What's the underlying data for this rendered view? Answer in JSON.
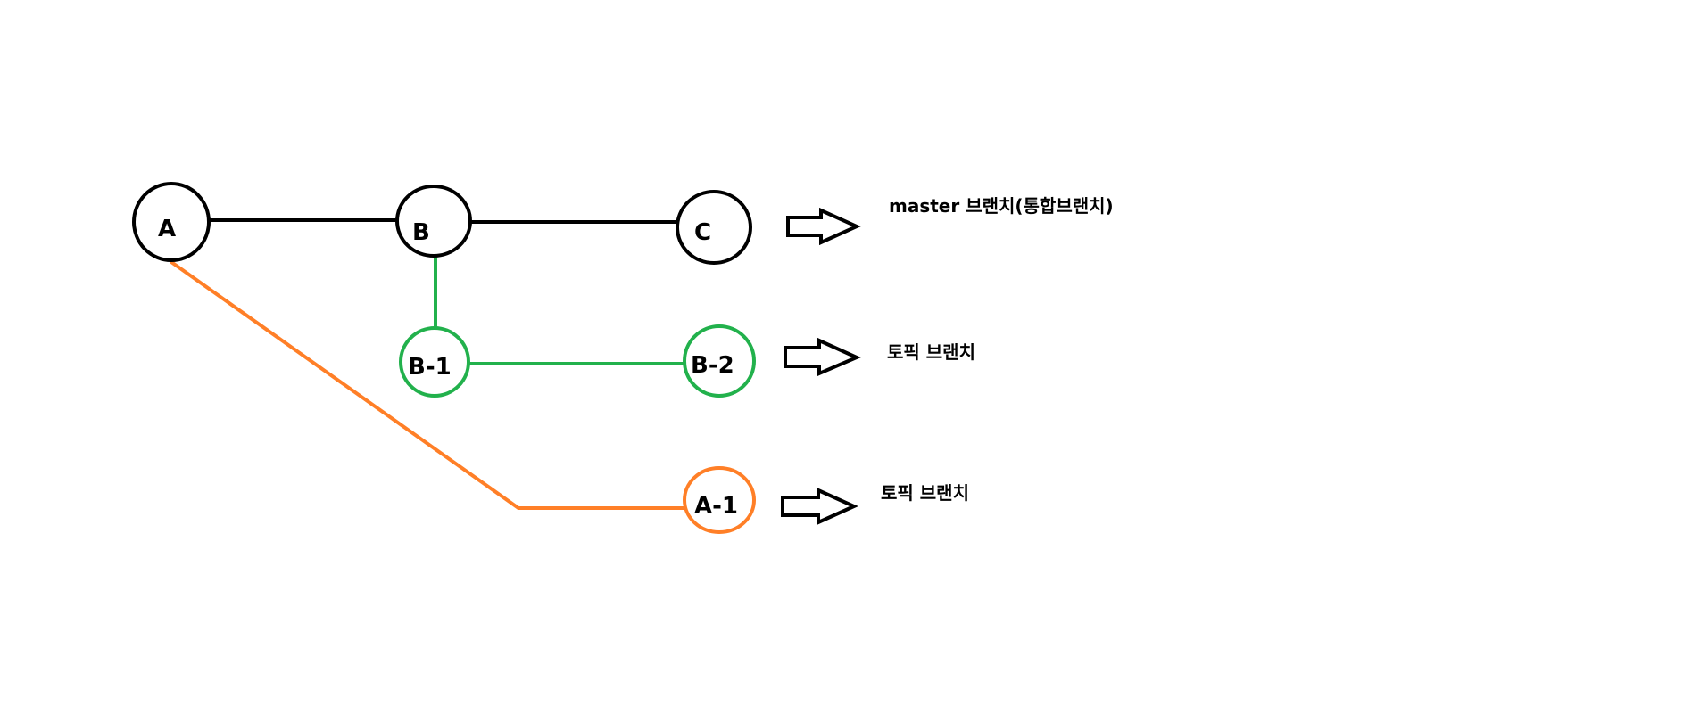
{
  "colors": {
    "master": "#000000",
    "topic_b": "#22b14c",
    "topic_a": "#ff7f27",
    "background": "#ffffff"
  },
  "nodes": {
    "a": "A",
    "b": "B",
    "c": "C",
    "b1": "B-1",
    "b2": "B-2",
    "a1": "A-1"
  },
  "labels": {
    "master": "master 브랜치(통합브랜치)",
    "topic_b": "토픽 브랜치",
    "topic_a": "토픽 브랜치"
  },
  "icons": {
    "arrow": "right-arrow-outline-icon"
  }
}
